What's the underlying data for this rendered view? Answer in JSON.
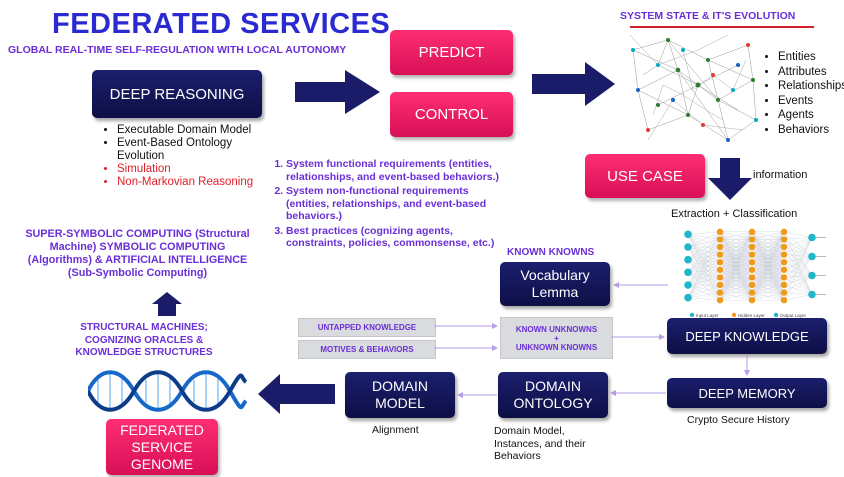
{
  "header": {
    "title": "FEDERATED SERVICES",
    "subtitle": "GLOBAL REAL-TIME SELF-REGULATION WITH LOCAL AUTONOMY"
  },
  "deep_reasoning": {
    "label": "DEEP REASONING",
    "bullets": [
      "Executable Domain Model",
      "Event-Based Ontology Evolution",
      "Simulation",
      "Non-Markovian Reasoning"
    ]
  },
  "predict": {
    "label": "PREDICT"
  },
  "control": {
    "label": "CONTROL"
  },
  "system_state": {
    "title": "SYSTEM STATE & IT'S EVOLUTION",
    "items": [
      "Entities",
      "Attributes",
      "Relationships",
      "Events",
      "Agents",
      "Behaviors"
    ]
  },
  "use_case": {
    "label": "USE CASE",
    "side_label": "information"
  },
  "extraction": {
    "label": "Extraction + Classification"
  },
  "requirements": [
    "System functional requirements (entities, relationships, and event-based behaviors.)",
    "System non-functional requirements (entities, relationships, and event-based behaviors.)",
    "Best practices (cognizing agents, constraints,  policies, commonsense, etc.)"
  ],
  "computing": {
    "text": "SUPER-SYMBOLIC COMPUTING (Structural Machine) SYMBOLIC COMPUTING (Algorithms) & ARTIFICIAL INTELLIGENCE (Sub-Symbolic Computing)"
  },
  "structural": {
    "text": "STRUCTURAL MACHINES; COGNIZING ORACLES & KNOWLEDGE STRUCTURES"
  },
  "known_knowns": {
    "label": "KNOWN KNOWNS"
  },
  "vocabulary": {
    "line1": "Vocabulary",
    "line2": "Lemma"
  },
  "neural_net": {
    "legend": [
      "Input Layer",
      "Hidden Layer",
      "Output Layer"
    ],
    "legend_colors": [
      "#1fb7c9",
      "#f19a1a",
      "#1fb7c9"
    ]
  },
  "untapped": {
    "label": "UNTAPPED KNOWLEDGE"
  },
  "motives": {
    "label": "MOTIVES & BEHAVIORS"
  },
  "known_unknowns": {
    "line1": "KNOWN UNKNOWNS",
    "plus": "+",
    "line2": "UNKNOWN KNOWNS"
  },
  "deep_knowledge": {
    "label": "DEEP KNOWLEDGE"
  },
  "deep_memory": {
    "label": "DEEP MEMORY",
    "caption": "Crypto Secure History"
  },
  "domain_ontology": {
    "line1": "DOMAIN",
    "line2": "ONTOLOGY",
    "caption": "Domain Model, Instances, and their Behaviors"
  },
  "domain_model": {
    "line1": "DOMAIN",
    "line2": "MODEL",
    "caption": "Alignment"
  },
  "genome": {
    "line1": "FEDERATED",
    "line2": "SERVICE",
    "line3": "GENOME"
  },
  "colors": {
    "navy": "#13165a",
    "pink": "#ff1f6a",
    "purple": "#6a2fd8",
    "title_blue": "#2b2ad1"
  }
}
